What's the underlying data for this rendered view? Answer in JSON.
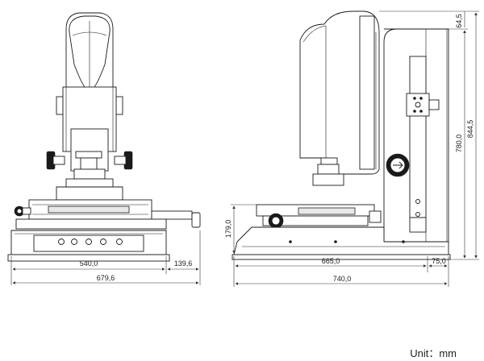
{
  "front_view": {
    "dims": {
      "base_width": "540,0",
      "handle_ext": "139,6",
      "total_width": "679,6"
    }
  },
  "side_view": {
    "dims": {
      "base_depth": "665,0",
      "rear_ext": "75,0",
      "total_depth": "740,0",
      "stage_height": "179,0",
      "column_height": "780,0",
      "total_height": "844,5",
      "top_offset": "64,5"
    }
  },
  "unit_label": "Unit：mm"
}
